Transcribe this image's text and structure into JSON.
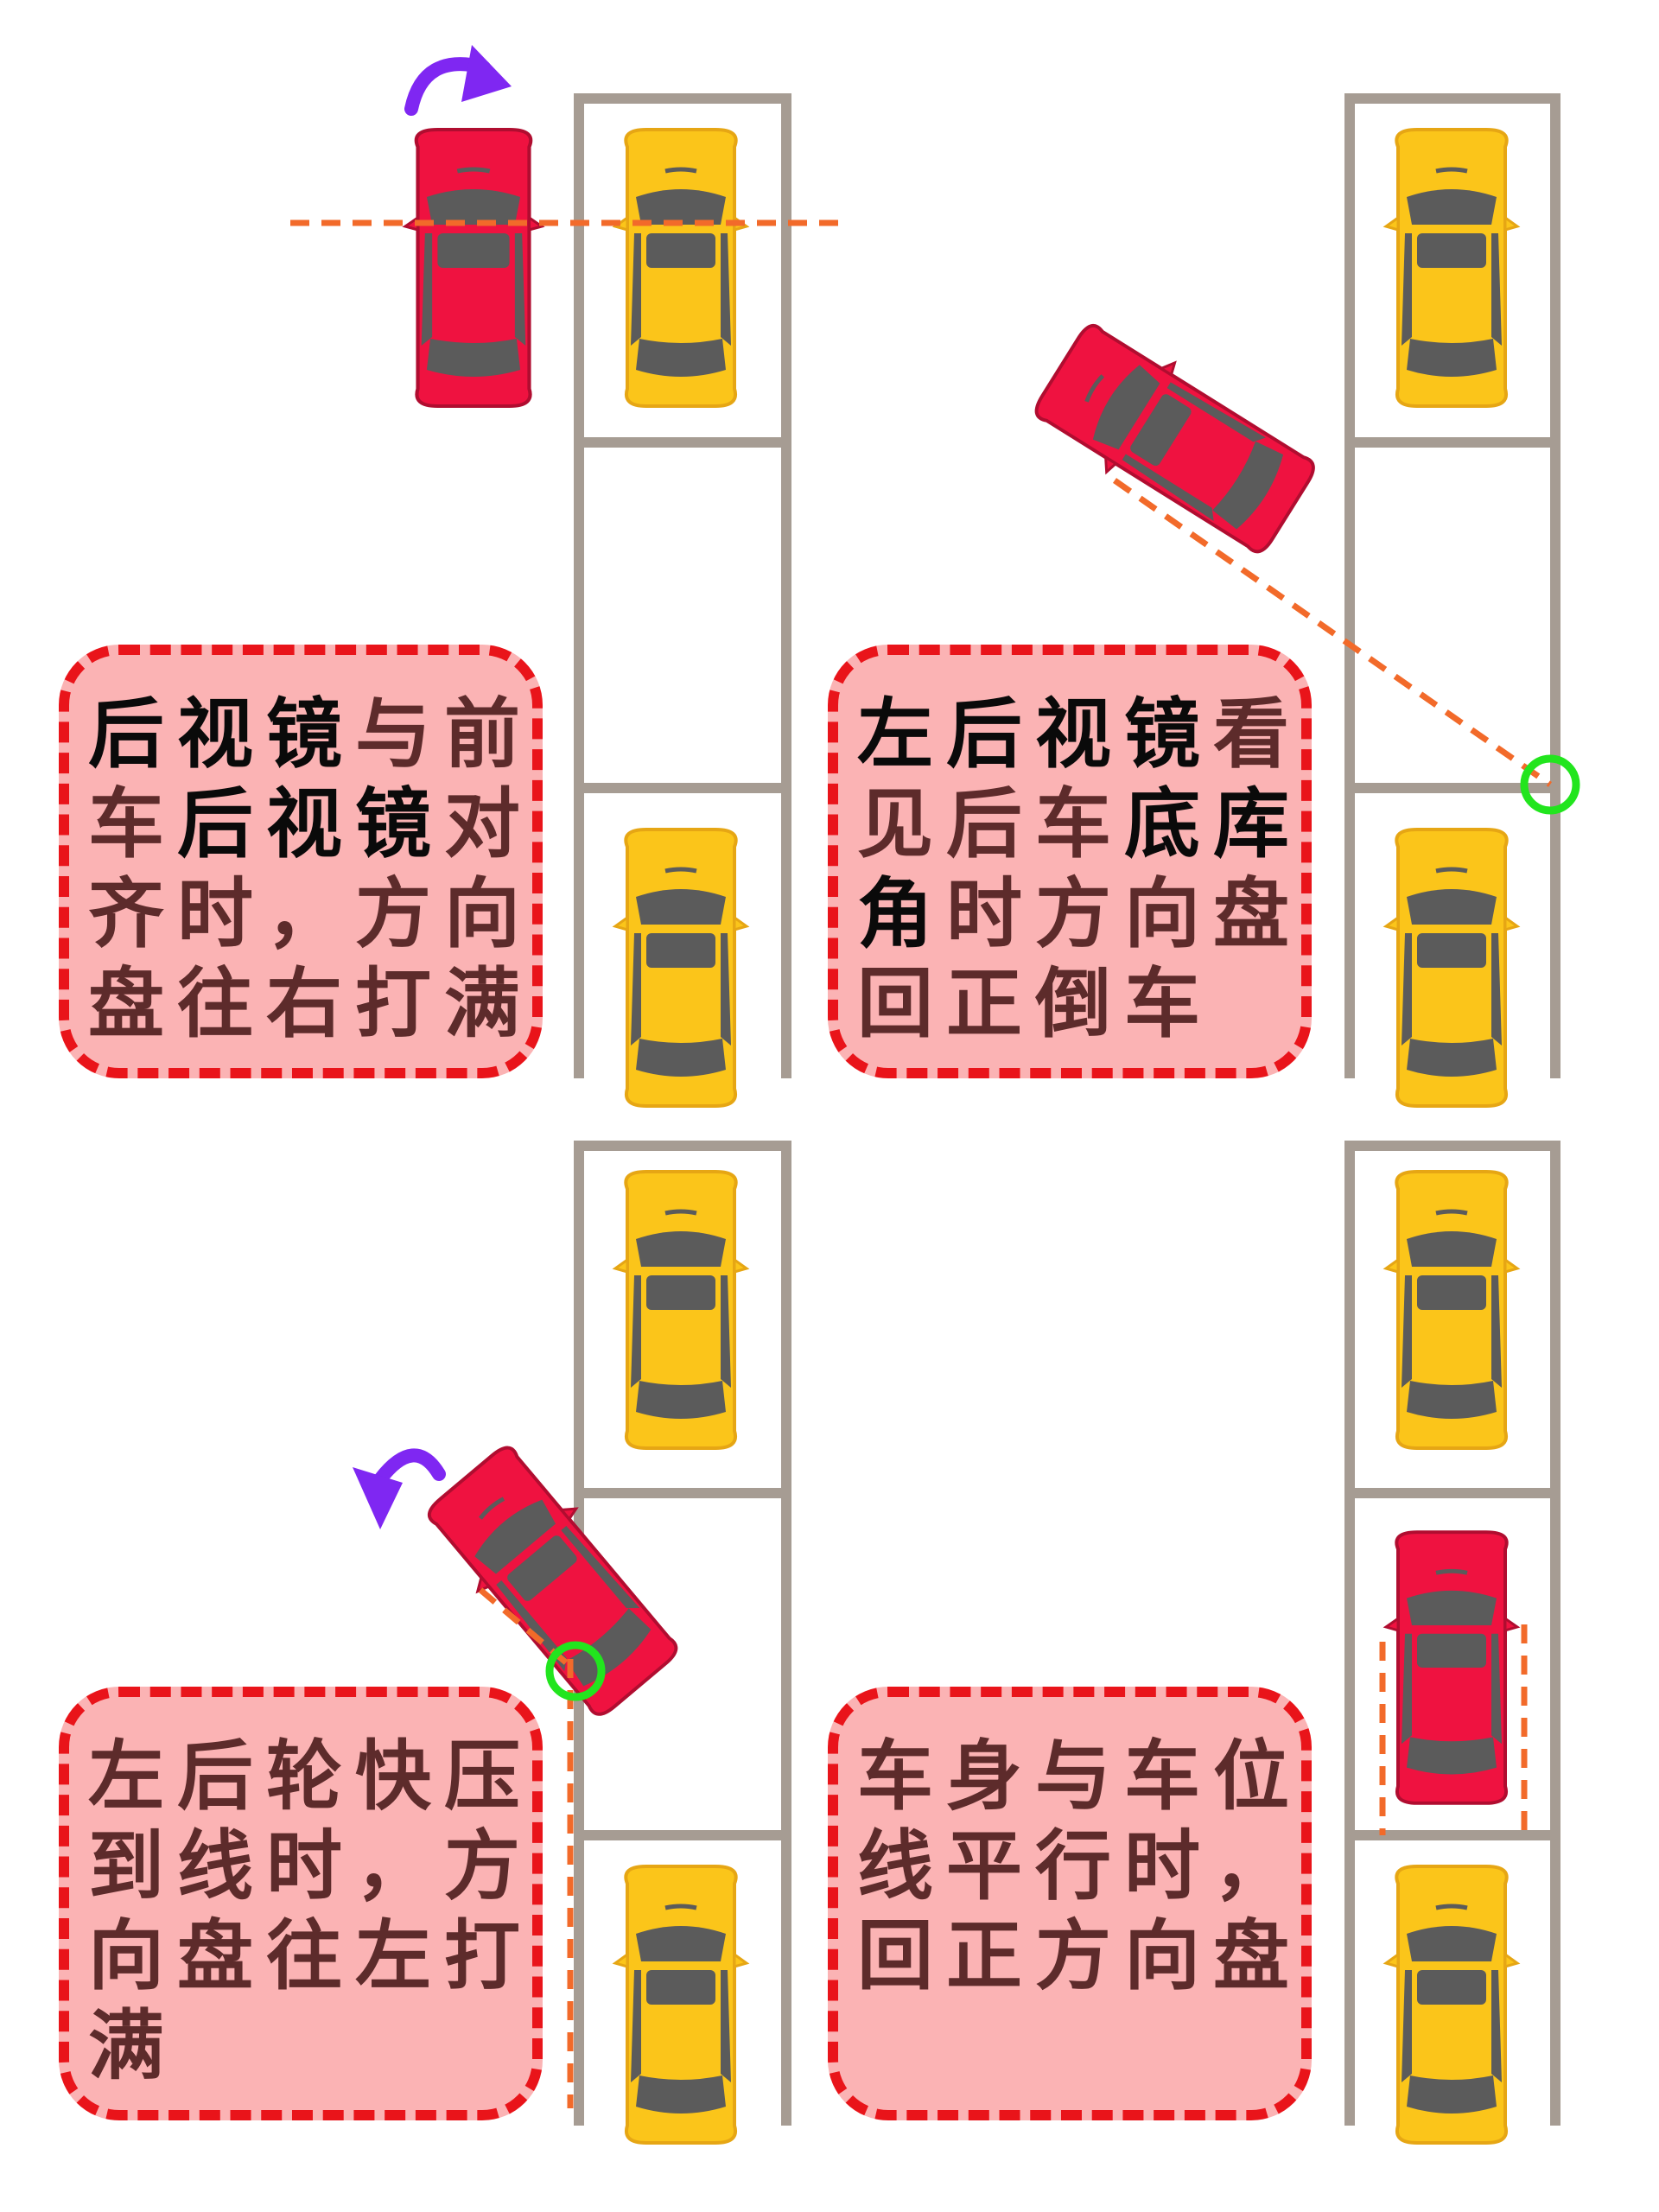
{
  "colors": {
    "stall_line": "#a69c93",
    "parked_car_body": "#fbc51a",
    "active_car_body": "#ef1240",
    "car_glass": "#5b5b5b",
    "guide_line": "#f26a2a",
    "turn_arrow": "#7f27f2",
    "reference_point": "#22e51e",
    "callout_fill": "#fbb3b4",
    "callout_border": "#e9141a",
    "callout_text": "#5d2b2b",
    "callout_text_emphasis": "#0a0a0a"
  },
  "steps": [
    {
      "text_segments": [
        {
          "text": "后视镜",
          "emphasis": true
        },
        {
          "text": "与前车",
          "emphasis": false
        },
        {
          "text": "后视镜",
          "emphasis": true
        },
        {
          "text": "对齐时，方向盘往右打满",
          "emphasis": false
        }
      ],
      "icons": [
        "clockwise-turn-arrow-icon",
        "horizontal-guide-line"
      ]
    },
    {
      "text_segments": [
        {
          "text": "左后视镜",
          "emphasis": true
        },
        {
          "text": "看见后车",
          "emphasis": false
        },
        {
          "text": "底库角",
          "emphasis": true
        },
        {
          "text": "时方向盘回正倒车",
          "emphasis": false
        }
      ],
      "icons": [
        "reference-point-icon",
        "diagonal-guide-line"
      ]
    },
    {
      "text_segments": [
        {
          "text": "左后轮快压到线时，方向盘往左打满",
          "emphasis": false
        }
      ],
      "icons": [
        "counterclockwise-turn-arrow-icon",
        "reference-point-icon",
        "vertical-guide-line"
      ]
    },
    {
      "text_segments": [
        {
          "text": "车身与车位线平行时，回正方向盘",
          "emphasis": false
        }
      ],
      "icons": [
        "parallel-guide-lines"
      ]
    }
  ]
}
